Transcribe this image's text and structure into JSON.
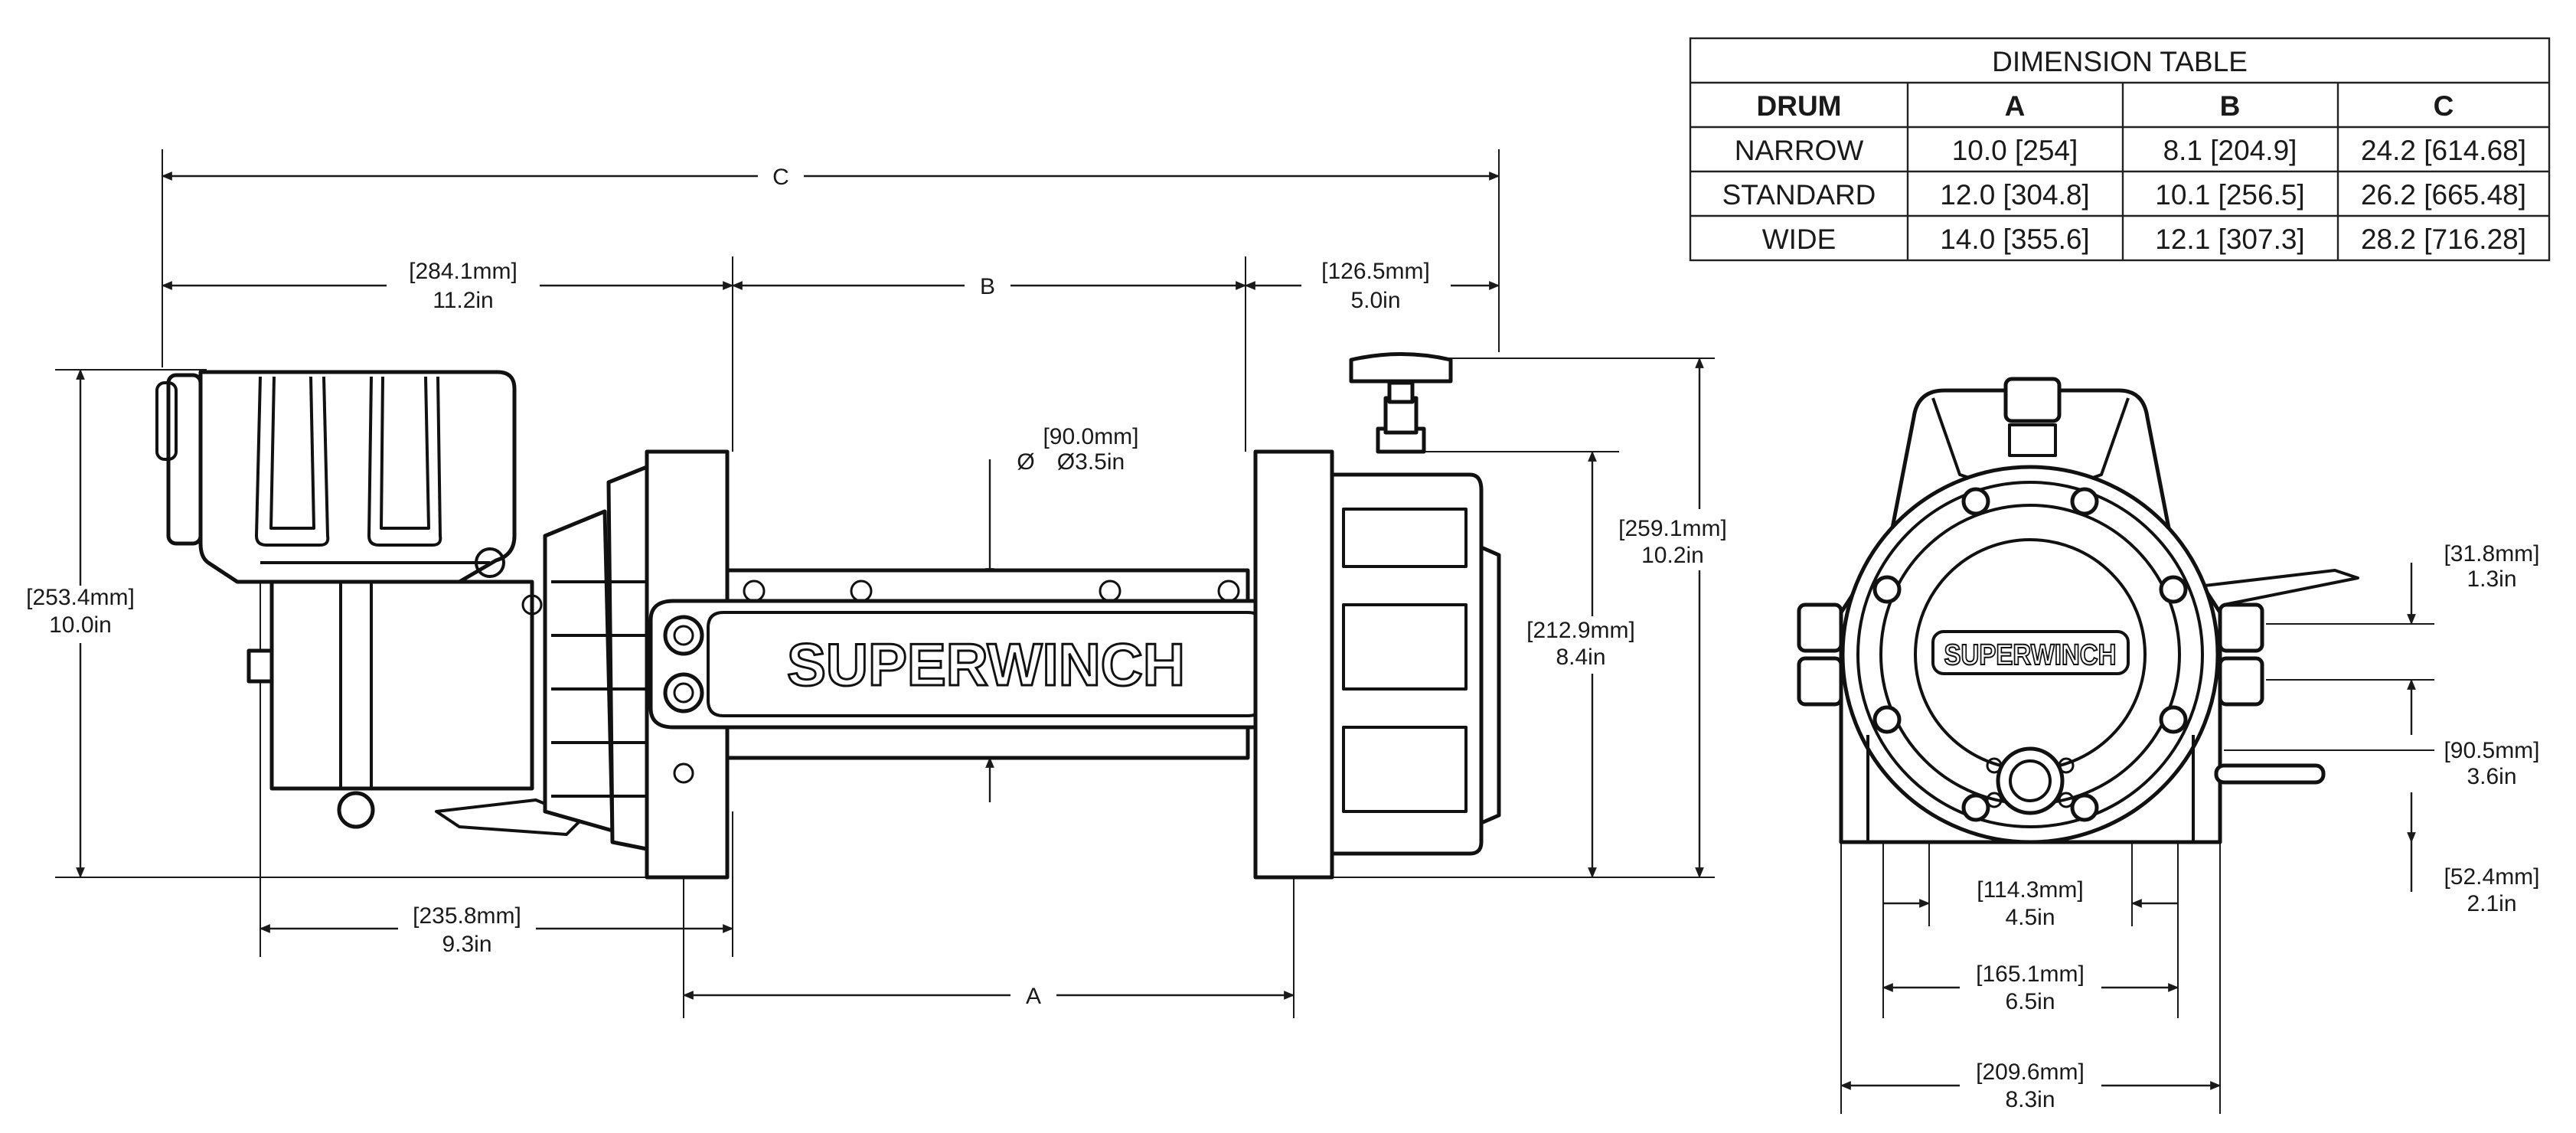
{
  "dimension_table": {
    "title": "DIMENSION TABLE",
    "headers": [
      "DRUM",
      "A",
      "B",
      "C"
    ],
    "rows": [
      [
        "NARROW",
        "10.0 [254]",
        "8.1 [204.9]",
        "24.2 [614.68]"
      ],
      [
        "STANDARD",
        "12.0 [304.8]",
        "10.1 [256.5]",
        "26.2 [665.48]"
      ],
      [
        "WIDE",
        "14.0 [355.6]",
        "12.1 [307.3]",
        "28.2 [716.28]"
      ]
    ]
  },
  "side_view": {
    "label_c": "C",
    "label_b": "B",
    "label_a": "A",
    "dim_motor_width": [
      "[284.1mm]",
      "11.2in"
    ],
    "dim_end_width": [
      "[126.5mm]",
      "5.0in"
    ],
    "dim_drum_diameter": [
      "[90.0mm]",
      "Ø3.5in"
    ],
    "diameter_symbol": "Ø",
    "dim_height_left": [
      "[253.4mm]",
      "10.0in"
    ],
    "dim_height_right": [
      "[259.1mm]",
      "10.2in"
    ],
    "dim_height_inner": [
      "[212.9mm]",
      "8.4in"
    ],
    "dim_base": [
      "[235.8mm]",
      "9.3in"
    ],
    "brand": "SUPERWINCH"
  },
  "end_view": {
    "brand": "SUPERWINCH",
    "dim_bolt_spacing": [
      "[31.8mm]",
      "1.3in"
    ],
    "dim_height_center": [
      "[90.5mm]",
      "3.6in"
    ],
    "dim_bottom": [
      "[52.4mm]",
      "2.1in"
    ],
    "dim_width_inner": [
      "[114.3mm]",
      "4.5in"
    ],
    "dim_width_mid": [
      "[165.1mm]",
      "6.5in"
    ],
    "dim_width_outer": [
      "[209.6mm]",
      "8.3in"
    ]
  }
}
